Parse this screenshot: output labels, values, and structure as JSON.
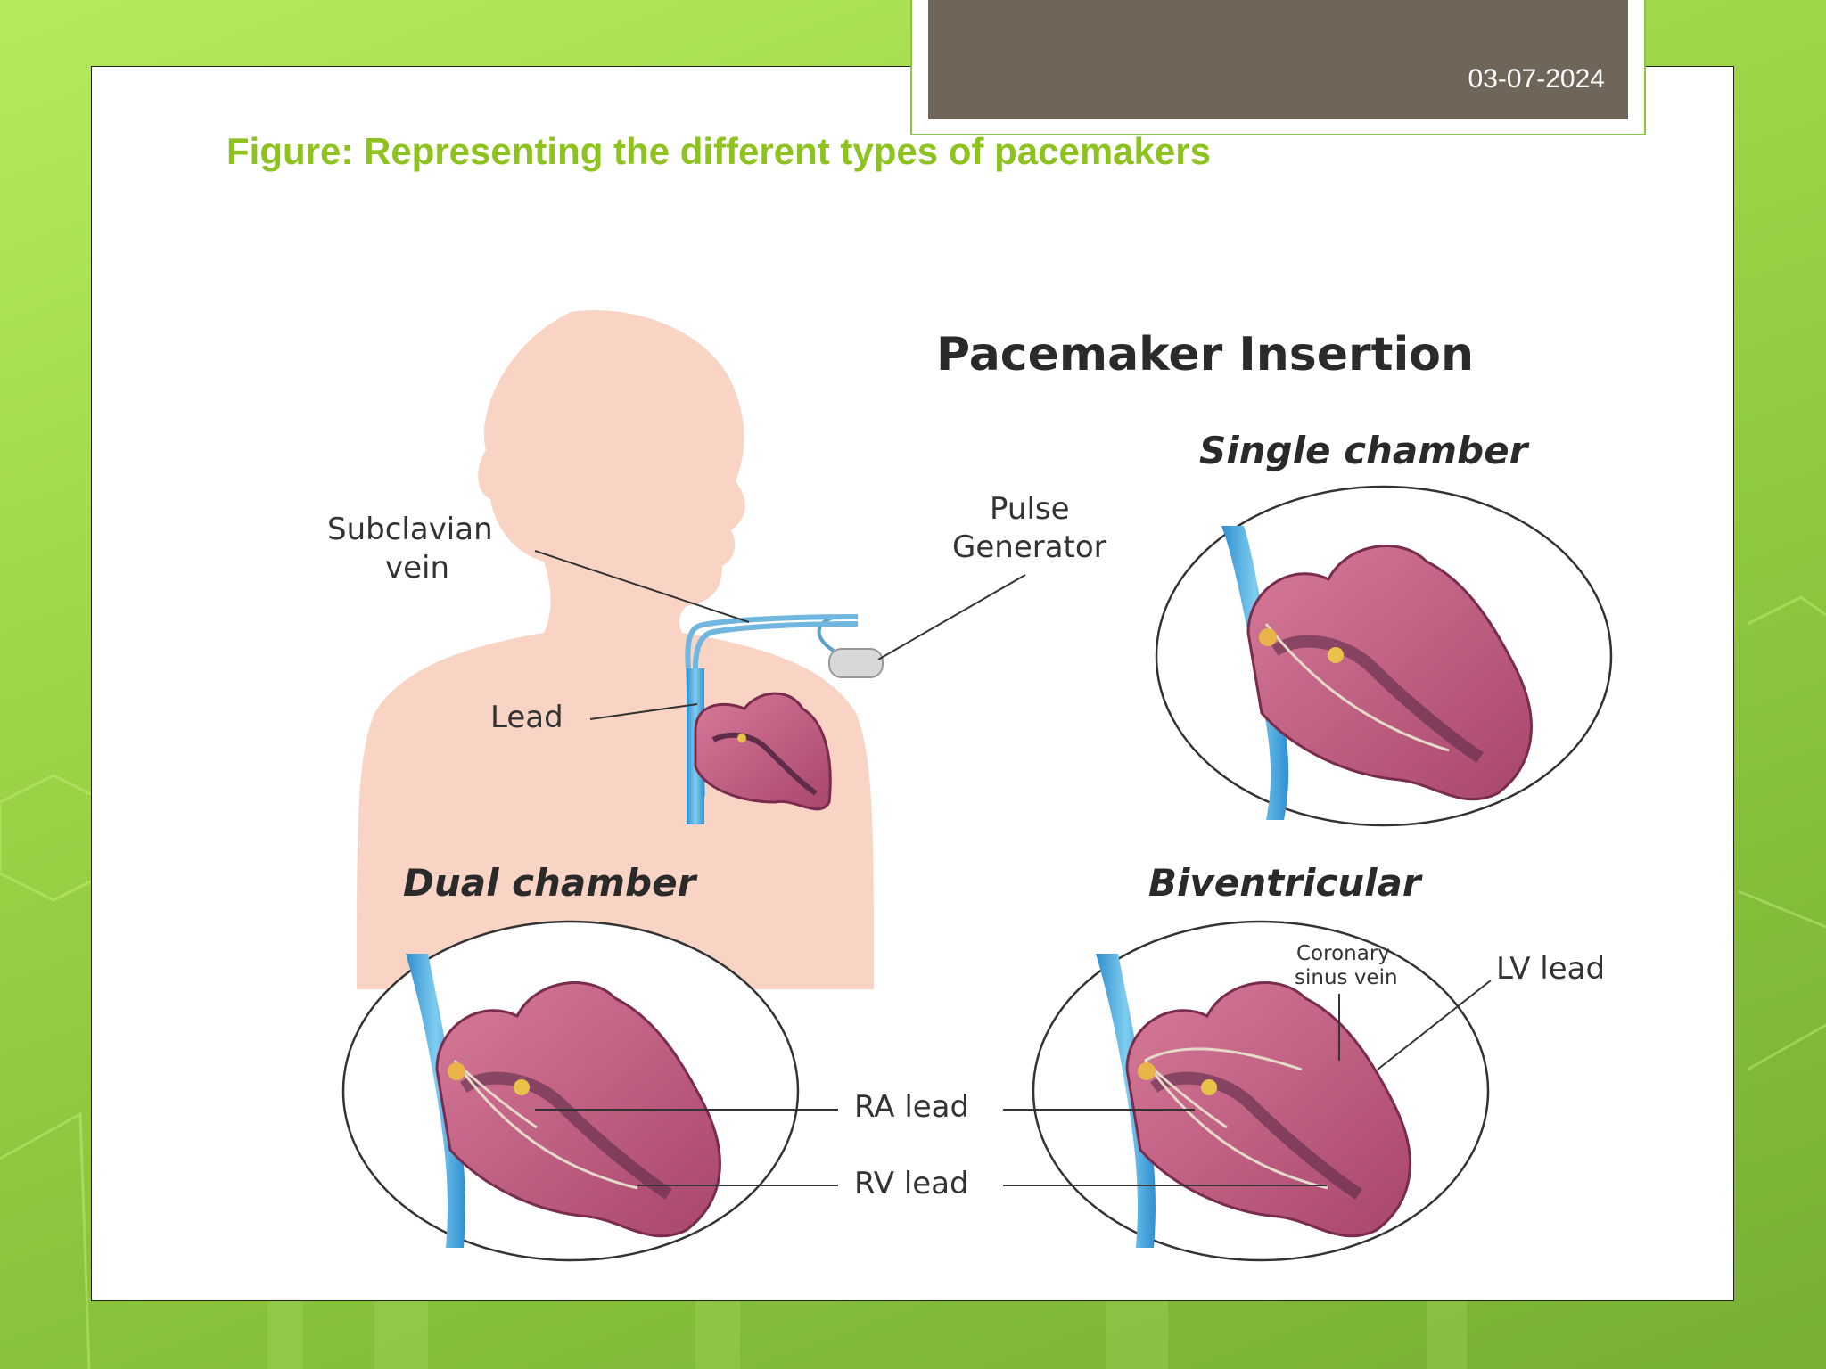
{
  "slide": {
    "date": "03-07-2024",
    "caption": "Figure: Representing the different types of pacemakers"
  },
  "diagram": {
    "title": "Pacemaker Insertion",
    "body_labels": {
      "subclavian_line1": "Subclavian",
      "subclavian_line2": "vein",
      "pulse_line1": "Pulse",
      "pulse_line2": "Generator",
      "lead": "Lead"
    },
    "types": {
      "single": "Single chamber",
      "dual": "Dual chamber",
      "biventricular": "Biventricular"
    },
    "lead_labels": {
      "ra": "RA lead",
      "rv": "RV lead",
      "lv": "LV lead",
      "coronary_line1": "Coronary",
      "coronary_line2": "sinus vein"
    }
  },
  "colors": {
    "accent_green": "#8dc21f",
    "date_bar": "#6f6659",
    "skin": "#f9d3c4",
    "heart": "#c25a7f",
    "vessel": "#4aa8d8"
  }
}
